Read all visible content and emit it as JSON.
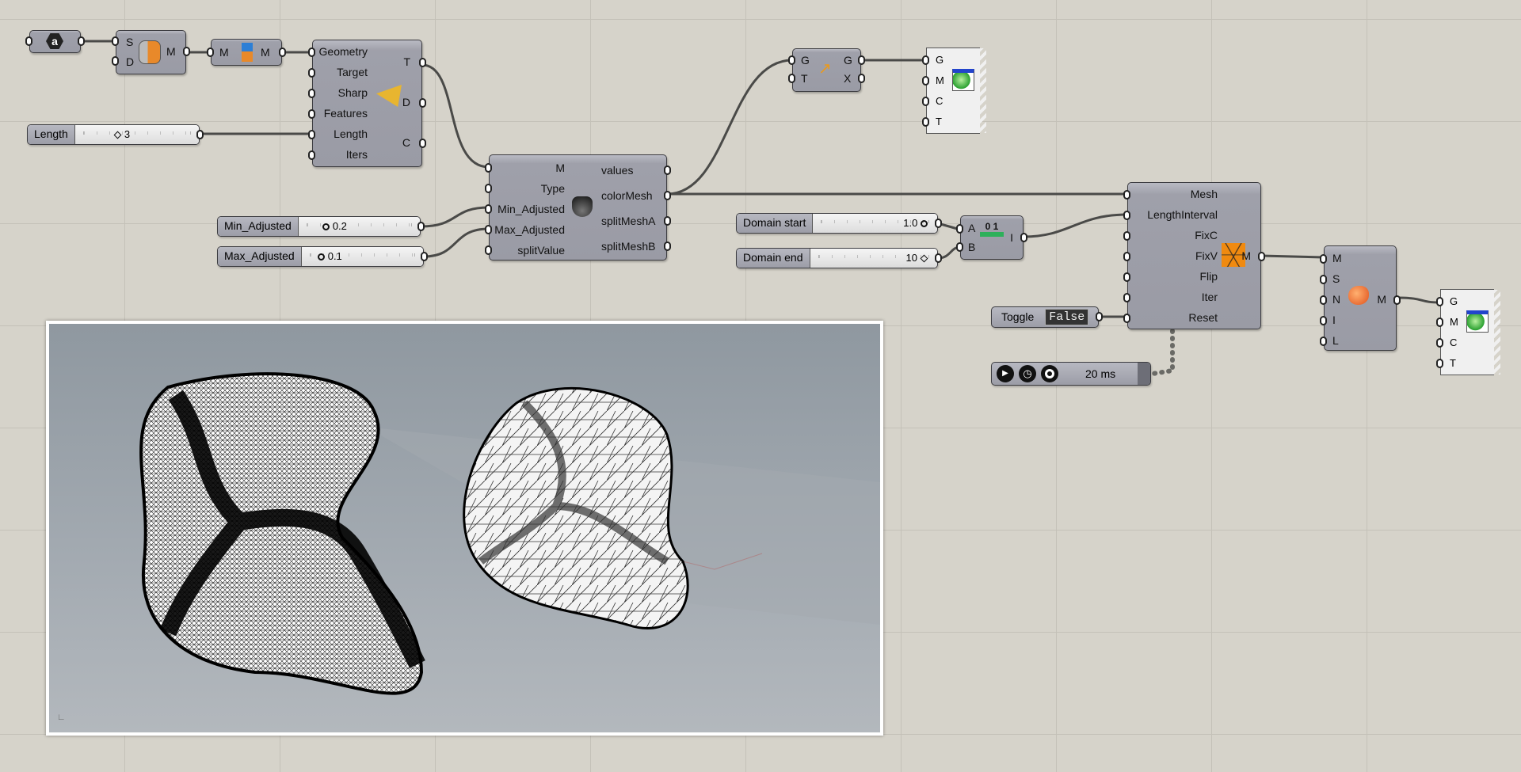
{
  "nodes": {
    "param": {
      "icon": "hex-param-icon"
    },
    "mesh_from_sd": {
      "inputs": [
        "S",
        "D"
      ],
      "outputs": [
        "M"
      ]
    },
    "clean_mesh": {
      "inputs": [
        "M"
      ],
      "outputs": [
        "M"
      ]
    },
    "remesh": {
      "inputs": [
        "Geometry",
        "Target",
        "Sharp",
        "Features",
        "Length",
        "Iters"
      ],
      "outputs": [
        "T",
        "D",
        "C"
      ]
    },
    "curvature": {
      "inputs": [
        "M",
        "Type",
        "Min_Adjusted",
        "Max_Adjusted",
        "splitValue"
      ],
      "outputs": [
        "values",
        "colorMesh",
        "splitMeshA",
        "splitMeshB"
      ]
    },
    "transform": {
      "inputs": [
        "G",
        "T"
      ],
      "outputs": [
        "G",
        "X"
      ]
    },
    "preview1": {
      "inputs": [
        "G",
        "M",
        "C",
        "T"
      ]
    },
    "domain": {
      "inputs": [
        "A",
        "B"
      ],
      "outputs": [
        "I"
      ],
      "icon_text": "0 1"
    },
    "kangaroo": {
      "inputs": [
        "Mesh",
        "LengthInterval",
        "FixC",
        "FixV",
        "Flip",
        "Iter",
        "Reset"
      ],
      "outputs": [
        "M"
      ]
    },
    "mesh_settings": {
      "inputs": [
        "M",
        "S",
        "N",
        "I",
        "L"
      ],
      "outputs": [
        "M"
      ]
    },
    "preview2": {
      "inputs": [
        "G",
        "M",
        "C",
        "T"
      ]
    }
  },
  "sliders": {
    "length": {
      "name": "Length",
      "value": "3"
    },
    "min_adjusted": {
      "name": "Min_Adjusted",
      "value": "0.2"
    },
    "max_adjusted": {
      "name": "Max_Adjusted",
      "value": "0.1"
    },
    "domain_start": {
      "name": "Domain start",
      "value": "1.0"
    },
    "domain_end": {
      "name": "Domain end",
      "value": "10"
    }
  },
  "toggle": {
    "name": "Toggle",
    "value": "False"
  },
  "timer": {
    "interval": "20 ms"
  },
  "colors": {
    "canvas": "#d6d3ca",
    "node": "#9a9ba5",
    "wire": "#4a4a48",
    "viewport": "#9aa2a9"
  }
}
